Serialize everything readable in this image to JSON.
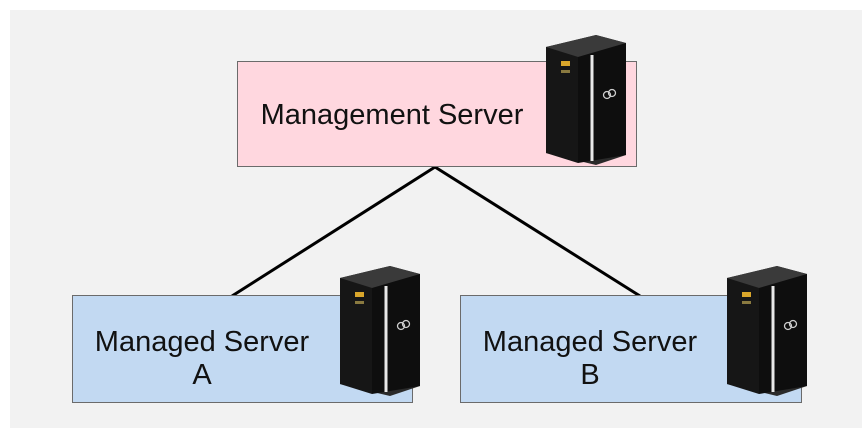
{
  "diagram": {
    "nodes": [
      {
        "id": "management-server",
        "label_lines": [
          "Management Server"
        ],
        "fill": "#ffd7df",
        "icon": "server-tower-icon"
      },
      {
        "id": "managed-server-a",
        "label_lines": [
          "Managed Server",
          "A"
        ],
        "fill": "#c2d9f2",
        "icon": "server-tower-icon"
      },
      {
        "id": "managed-server-b",
        "label_lines": [
          "Managed Server",
          "B"
        ],
        "fill": "#c2d9f2",
        "icon": "server-tower-icon"
      }
    ],
    "edges": [
      {
        "from": "management-server",
        "to": "managed-server-a"
      },
      {
        "from": "management-server",
        "to": "managed-server-b"
      }
    ],
    "colors": {
      "background": "#f2f2f2",
      "line": "#000000",
      "server_body": "#141414"
    }
  }
}
